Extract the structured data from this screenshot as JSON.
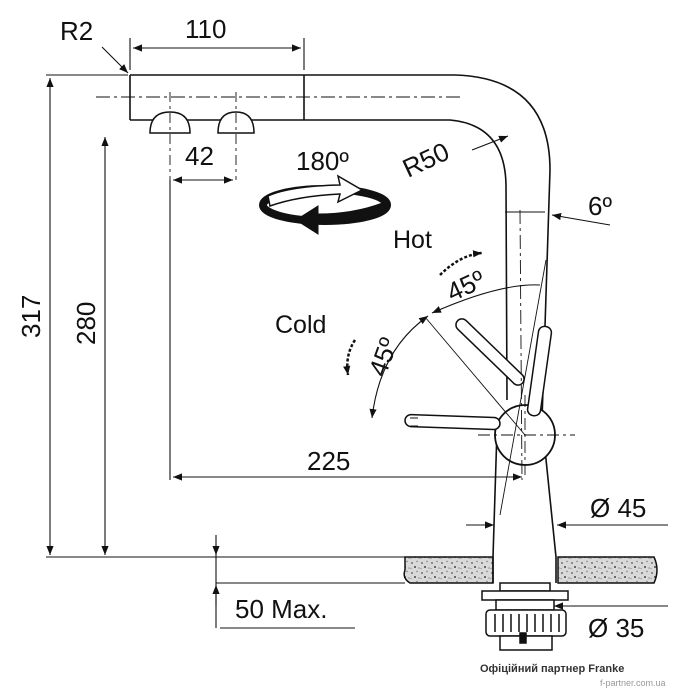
{
  "labels": {
    "radius_small": "R2",
    "spout_length": "110",
    "spacing": "42",
    "rotation": "180º",
    "radius_bend": "R50",
    "tilt_angle": "6º",
    "hot": "Hot",
    "hot_angle": "45º",
    "cold": "Cold",
    "cold_angle": "45º",
    "total_height": "317",
    "spout_height": "280",
    "reach": "225",
    "body_diameter": "Ø 45",
    "mount_thickness": "50 Max.",
    "hole_diameter": "Ø 35"
  },
  "footer": {
    "brand": "Офіційний партнер Franke",
    "url": "f-partner.com.ua"
  },
  "colors": {
    "line": "#111111",
    "counter_fill": "#d6d6d6"
  }
}
